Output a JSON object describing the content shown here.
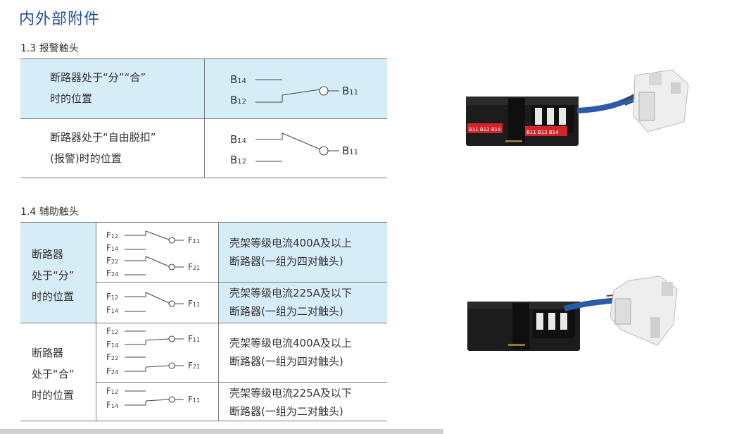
{
  "page": {
    "title": "内外部附件"
  },
  "alarm_contact": {
    "section_title": "1.3 报警触头",
    "rows": [
      {
        "state": [
          "断路器处于“分”“合”",
          "时的位置"
        ]
      },
      {
        "state": [
          "断路器处于“自由脱扣”",
          "(报警)时的位置"
        ]
      }
    ],
    "labels": {
      "b14": "B",
      "b14_sub": "14",
      "b12": "B",
      "b12_sub": "12",
      "b11": "B",
      "b11_sub": "11"
    }
  },
  "aux_contact": {
    "section_title": "1.4 辅助触头",
    "groups": [
      {
        "state": [
          "断路器",
          "处于“分”",
          "时的位置"
        ]
      },
      {
        "state": [
          "断路器",
          "处于“合”",
          "时的位置"
        ]
      }
    ],
    "desc_400": [
      "壳架等级电流400A及以上",
      "断路器(一组为四对触头)"
    ],
    "desc_225": [
      "壳架等级电流225A及以下",
      "断路器(一组为二对触头)"
    ],
    "labels": {
      "F": "F",
      "f11": "11",
      "f12": "12",
      "f14": "14",
      "f21": "21",
      "f22": "22",
      "f24": "24"
    }
  },
  "photos": {
    "top_label_a": "B11 B12 B14",
    "top_label_b": "B11 B12 B14"
  },
  "colors": {
    "title": "#1f4e9c",
    "cell_bg": "#d6ecf7",
    "rule": "#7a7a7a"
  }
}
